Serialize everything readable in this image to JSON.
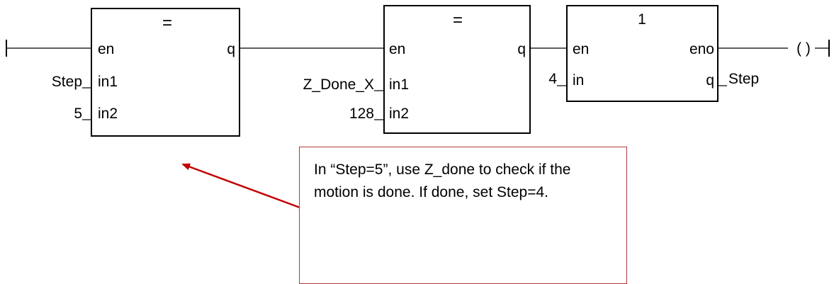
{
  "colors": {
    "line": "#000000",
    "callout_border": "#b03a3a",
    "arrow": "#c00000"
  },
  "blocks": [
    {
      "title": "=",
      "pins": {
        "en": "en",
        "in1": "in1",
        "in2": "in2",
        "q": "q"
      }
    },
    {
      "title": "=",
      "pins": {
        "en": "en",
        "in1": "in1",
        "in2": "in2",
        "q": "q"
      }
    },
    {
      "title": "1",
      "pins": {
        "en": "en",
        "in": "in",
        "eno": "eno",
        "q": "q"
      }
    }
  ],
  "variables": {
    "b1_in1": "Step",
    "b1_in2": "5",
    "b2_in1": "Z_Done_X",
    "b2_in2": "128",
    "b3_in": "4",
    "b3_q": "Step"
  },
  "coil": "( )",
  "callout": {
    "text": "In “Step=5”, use Z_done to check if the motion is done. If done, set Step=4."
  }
}
